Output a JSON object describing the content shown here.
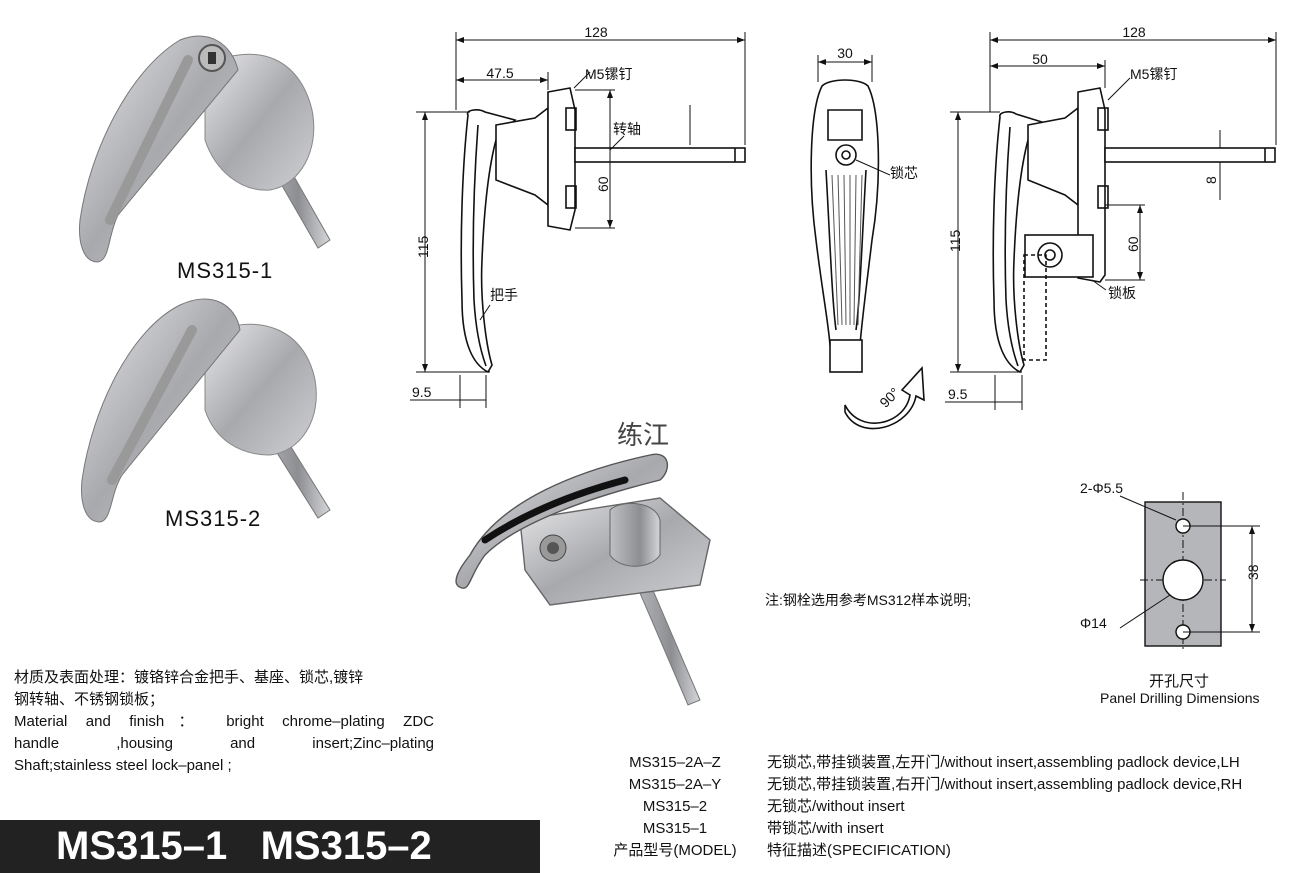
{
  "products": [
    {
      "label": "MS315-1"
    },
    {
      "label": "MS315-2"
    }
  ],
  "dimensions": {
    "overall_width": "128",
    "handle_offset": "47.5",
    "screw": "M5镙钉",
    "shaft": "转轴",
    "base_height": "60",
    "handle_height": "115",
    "handle": "把手",
    "tip_offset": "9.5",
    "front_width": "30",
    "lock_core": "锁芯",
    "rotation": "90°",
    "right_overall_width": "128",
    "right_offset": "50",
    "right_screw": "M5镙钉",
    "shaft_size": "8",
    "right_base_height": "60",
    "right_handle_height": "115",
    "lock_plate": "锁板",
    "right_tip_offset": "9.5"
  },
  "brand": "练江",
  "panel": {
    "holes": "2-Φ5.5",
    "center_hole": "Φ14",
    "height": "38",
    "title_cn": "开孔尺寸",
    "title_en": "Panel Drilling Dimensions"
  },
  "note": "注:钢栓选用参考MS312样本说明;",
  "material": {
    "cn_line1": "材质及表面处理：镀铬锌合金把手、基座、锁芯,镀锌",
    "cn_line2": "钢转轴、不锈钢锁板；",
    "en_line1": "Material  and  finish：  bright  chrome–plating  ZDC",
    "en_line2": "handle  ,housing  and  insert;Zinc–plating",
    "en_line3": "Shaft;stainless steel lock–panel ;"
  },
  "banner": "MS315–1   MS315–2",
  "spec_table": {
    "rows": [
      {
        "model": "MS315–2A–Z",
        "desc": "无锁芯,带挂锁装置,左开门/without insert,assembling padlock device,LH"
      },
      {
        "model": "MS315–2A–Y",
        "desc": "无锁芯,带挂锁装置,右开门/without insert,assembling padlock device,RH"
      },
      {
        "model": "MS315–2",
        "desc": "无锁芯/without insert"
      },
      {
        "model": "MS315–1",
        "desc": "带锁芯/with insert"
      }
    ],
    "header_model": "产品型号(MODEL)",
    "header_desc": "特征描述(SPECIFICATION)"
  }
}
